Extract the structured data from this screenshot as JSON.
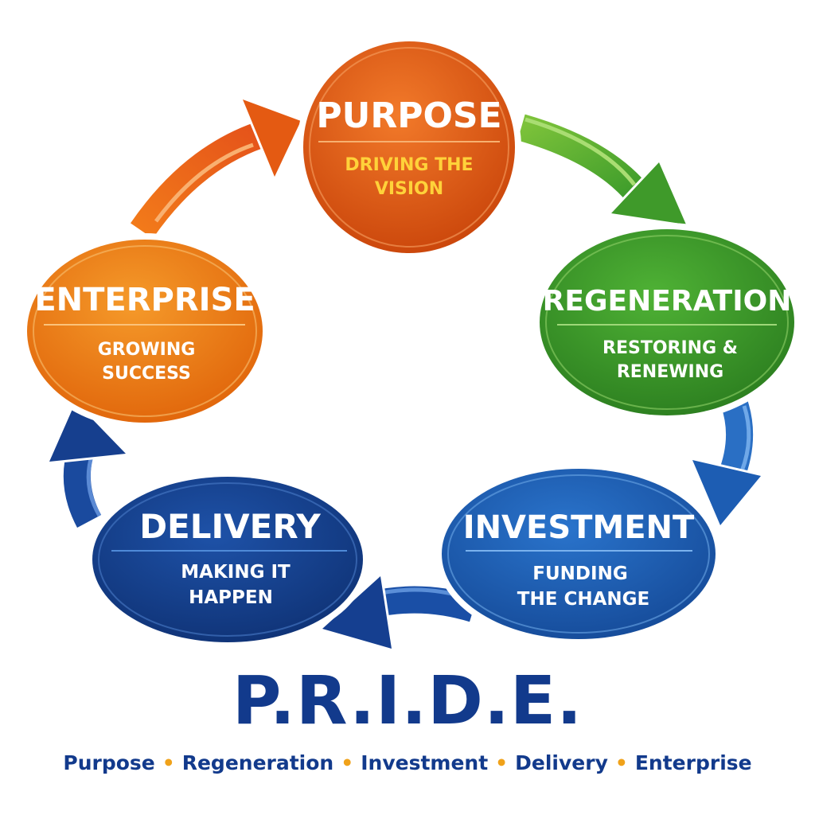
{
  "nodes": [
    {
      "title": "PURPOSE",
      "subtitle_lines": [
        "DRIVING THE",
        "VISION"
      ]
    },
    {
      "title": "REGENERATION",
      "subtitle_lines": [
        "RESTORING &",
        "RENEWING"
      ]
    },
    {
      "title": "INVESTMENT",
      "subtitle_lines": [
        "FUNDING",
        "THE CHANGE"
      ]
    },
    {
      "title": "DELIVERY",
      "subtitle_lines": [
        "MAKING IT",
        "HAPPEN"
      ]
    },
    {
      "title": "ENTERPRISE",
      "subtitle_lines": [
        "GROWING",
        "SUCCESS"
      ]
    }
  ],
  "acronym": "P.R.I.D.E.",
  "legend": [
    "Purpose",
    "Regeneration",
    "Investment",
    "Delivery",
    "Enterprise"
  ],
  "legend_separator": "•",
  "colors": {
    "purpose": "#e45a12",
    "regeneration": "#3f9a2a",
    "investment": "#1c5fb8",
    "delivery": "#163f8e",
    "enterprise": "#ee7a12",
    "subtitle_gold": "#ffd23a",
    "subtitle_white": "#ffffff",
    "acronym_navy": "#123a8c",
    "separator_gold": "#f0a21a"
  },
  "icons": [
    "arrow-purpose-to-regeneration",
    "arrow-regeneration-to-investment",
    "arrow-investment-to-delivery",
    "arrow-delivery-to-enterprise",
    "arrow-enterprise-to-purpose"
  ]
}
